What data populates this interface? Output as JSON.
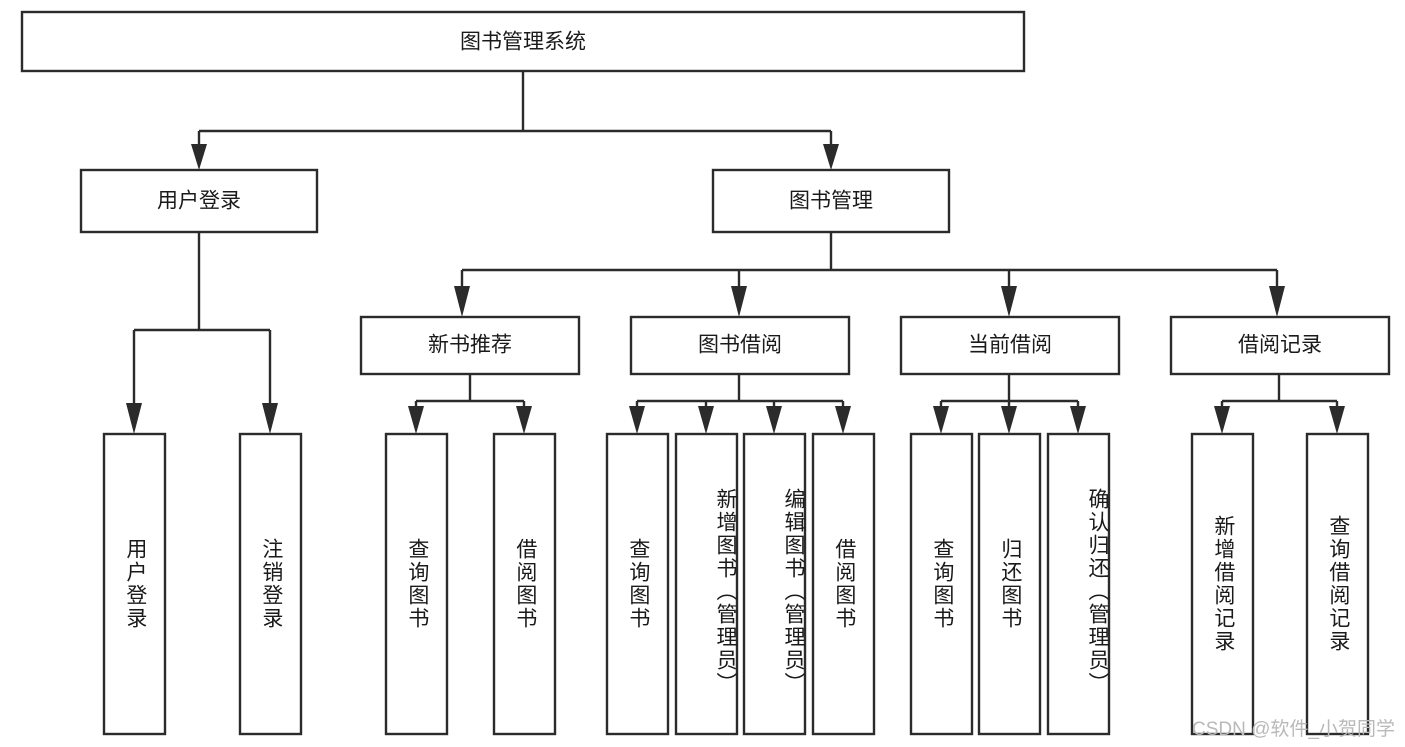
{
  "diagram": {
    "type": "tree-hierarchy",
    "title": "图书管理系统",
    "orientation": "top-down",
    "colors": {
      "stroke": "#2b2b2b",
      "fill": "#ffffff",
      "text": "#1a1a1a",
      "watermark": "#b9b9b9"
    },
    "levels": {
      "root": {
        "label": "图书管理系统",
        "text_direction": "horizontal"
      },
      "level2": [
        {
          "id": "user-login",
          "label": "用户登录",
          "text_direction": "horizontal"
        },
        {
          "id": "book-management",
          "label": "图书管理",
          "text_direction": "horizontal"
        }
      ],
      "level3": [
        {
          "id": "new-book-recommend",
          "label": "新书推荐",
          "parent": "book-management",
          "text_direction": "horizontal"
        },
        {
          "id": "book-borrow",
          "label": "图书借阅",
          "parent": "book-management",
          "text_direction": "horizontal"
        },
        {
          "id": "current-borrow",
          "label": "当前借阅",
          "parent": "book-management",
          "text_direction": "horizontal"
        },
        {
          "id": "borrow-record",
          "label": "借阅记录",
          "parent": "book-management",
          "text_direction": "horizontal"
        }
      ],
      "leaves": [
        {
          "id": "leaf-user-login",
          "label": "用户登录",
          "parent": "user-login",
          "text_direction": "vertical"
        },
        {
          "id": "leaf-logout-login",
          "label": "注销登录",
          "parent": "user-login",
          "text_direction": "vertical"
        },
        {
          "id": "leaf-query-book-recommend",
          "label": "查询图书",
          "parent": "new-book-recommend",
          "text_direction": "vertical"
        },
        {
          "id": "leaf-borrow-book-recommend",
          "label": "借阅图书",
          "parent": "new-book-recommend",
          "text_direction": "vertical"
        },
        {
          "id": "leaf-query-book-borrow",
          "label": "查询图书",
          "parent": "book-borrow",
          "text_direction": "vertical"
        },
        {
          "id": "leaf-add-book-admin",
          "label": "新增图书（管理员）",
          "parent": "book-borrow",
          "text_direction": "vertical"
        },
        {
          "id": "leaf-edit-book-admin",
          "label": "编辑图书（管理员）",
          "parent": "book-borrow",
          "text_direction": "vertical"
        },
        {
          "id": "leaf-borrow-book",
          "label": "借阅图书",
          "parent": "book-borrow",
          "text_direction": "vertical"
        },
        {
          "id": "leaf-query-book-current",
          "label": "查询图书",
          "parent": "current-borrow",
          "text_direction": "vertical"
        },
        {
          "id": "leaf-return-book",
          "label": "归还图书",
          "parent": "current-borrow",
          "text_direction": "vertical"
        },
        {
          "id": "leaf-confirm-return-admin",
          "label": "确认归还（管理员）",
          "parent": "current-borrow",
          "text_direction": "vertical"
        },
        {
          "id": "leaf-add-borrow-record",
          "label": "新增借阅记录",
          "parent": "borrow-record",
          "text_direction": "vertical"
        },
        {
          "id": "leaf-query-borrow-record",
          "label": "查询借阅记录",
          "parent": "borrow-record",
          "text_direction": "vertical"
        }
      ]
    }
  },
  "watermark": {
    "text": "CSDN @软件_小贺同学"
  }
}
